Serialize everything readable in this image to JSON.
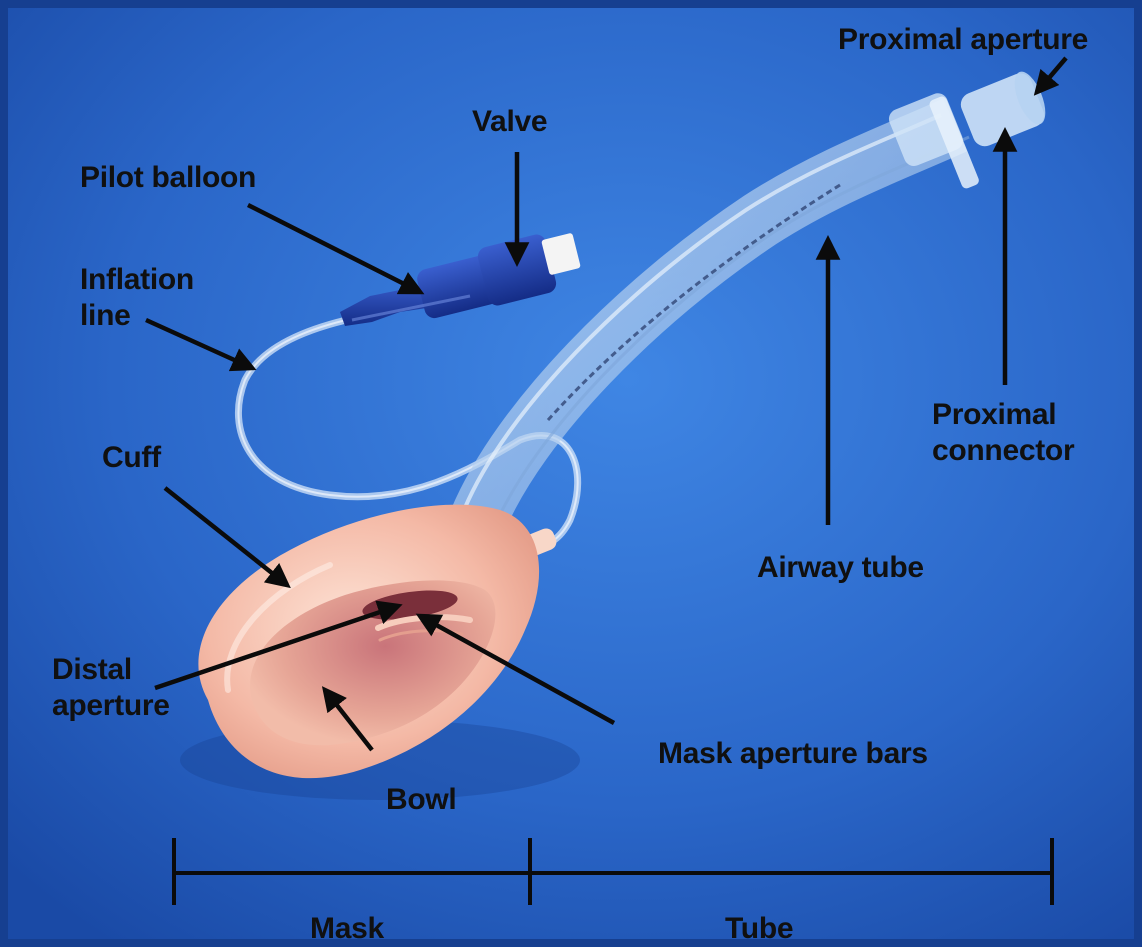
{
  "labels": {
    "proximal_aperture": "Proximal aperture",
    "valve": "Valve",
    "pilot_balloon": "Pilot balloon",
    "inflation_line": "Inflation line",
    "cuff": "Cuff",
    "proximal_connector": "Proximal connector",
    "airway_tube": "Airway tube",
    "distal_aperture": "Distal aperture",
    "mask_aperture_bars": "Mask aperture bars",
    "bowl": "Bowl",
    "mask": "Mask",
    "tube": "Tube"
  },
  "colors": {
    "background": "#1d56b8",
    "label_text": "#101010",
    "cuff": "#f2b8a8",
    "pilot_balloon": "#1f3fa8",
    "tube": "#9fc2ea"
  }
}
